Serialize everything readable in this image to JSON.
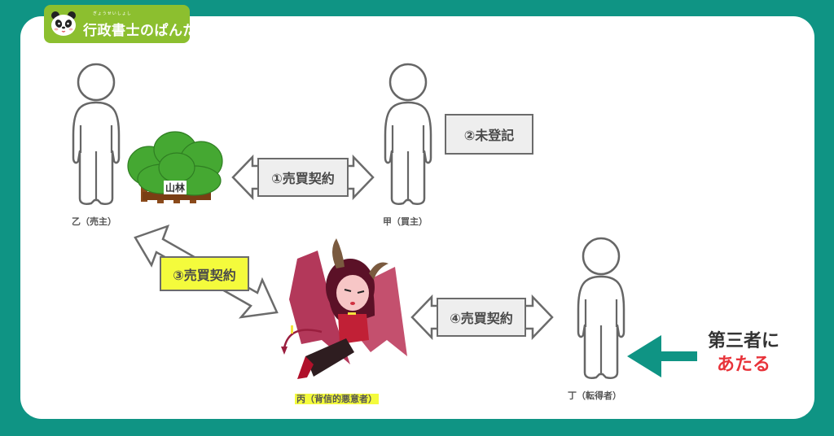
{
  "logo": {
    "ruby": "ぎょうせいしょし",
    "title": "行政書士のぱんだ塾",
    "icon": "panda-icon",
    "bg_color": "#8cbf2f"
  },
  "frame": {
    "bg_color": "#0f9484",
    "card_color": "#ffffff"
  },
  "parties": {
    "otsu": {
      "label": "乙（売主）",
      "icon": "person-icon"
    },
    "ko": {
      "label": "甲（買主）",
      "icon": "person-icon"
    },
    "hei": {
      "label": "丙（背信的悪意者）",
      "icon": "devil-woman-icon",
      "highlight": "#f4fb3c"
    },
    "tei": {
      "label": "丁（転得者）",
      "icon": "person-icon"
    }
  },
  "forest": {
    "label": "山林",
    "icon": "forest-icon"
  },
  "relations": {
    "r1": {
      "label": "①売買契約",
      "icon": "double-arrow-icon"
    },
    "r2": {
      "label": "②未登記"
    },
    "r3": {
      "label": "③売買契約",
      "icon": "double-arrow-icon",
      "highlight": "#f4fb3c"
    },
    "r4": {
      "label": "④売買契約",
      "icon": "double-arrow-icon"
    }
  },
  "callout": {
    "line1": "第三者に",
    "line2": "あたる",
    "arrow_color": "#0f9484",
    "line2_color": "#e8333a"
  }
}
